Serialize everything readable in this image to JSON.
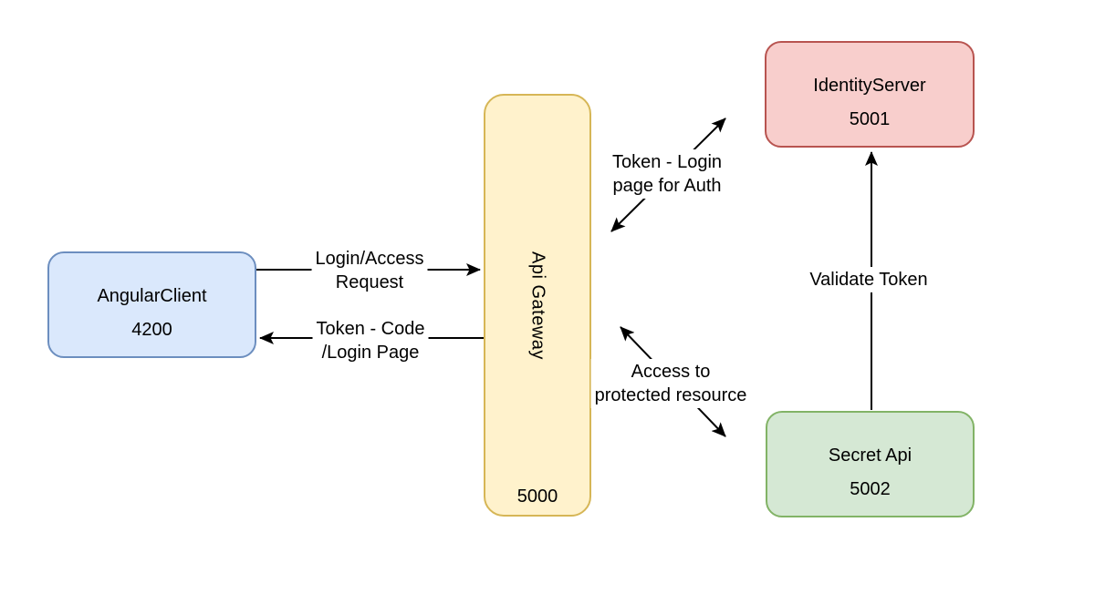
{
  "diagram": {
    "background_color": "#ffffff",
    "text_color": "#000000",
    "arrow_color": "#000000",
    "nodes": {
      "angular_client": {
        "name": "AngularClient",
        "port": "4200",
        "fill": "#dae8fc",
        "stroke": "#6c8ebf"
      },
      "api_gateway": {
        "name": "Api Gateway",
        "port": "5000",
        "fill": "#fff2cc",
        "stroke": "#d6b656"
      },
      "identity_server": {
        "name": "IdentityServer",
        "port": "5001",
        "fill": "#f8cecc",
        "stroke": "#b85450"
      },
      "secret_api": {
        "name": "Secret Api",
        "port": "5002",
        "fill": "#d5e8d4",
        "stroke": "#82b366"
      }
    },
    "edges": {
      "login_access_request": {
        "from": "AngularClient",
        "to": "Api Gateway",
        "arrows": "end",
        "label": {
          "line1": "Login/Access",
          "line2": "Request"
        }
      },
      "token_code_login_page": {
        "from": "Api Gateway",
        "to": "AngularClient",
        "arrows": "end",
        "label": {
          "line1": "Token - Code",
          "line2": "/Login Page"
        }
      },
      "token_login_page_for_auth": {
        "from": "Api Gateway",
        "to": "IdentityServer",
        "arrows": "both",
        "label": {
          "line1": "Token - Login",
          "line2": "page for Auth"
        }
      },
      "access_to_protected_resource": {
        "from": "Api Gateway",
        "to": "Secret Api",
        "arrows": "both",
        "label": {
          "line1": "Access to",
          "line2": "protected resource"
        }
      },
      "validate_token": {
        "from": "Secret Api",
        "to": "IdentityServer",
        "arrows": "end",
        "label": {
          "line1": "Validate Token"
        }
      }
    }
  }
}
